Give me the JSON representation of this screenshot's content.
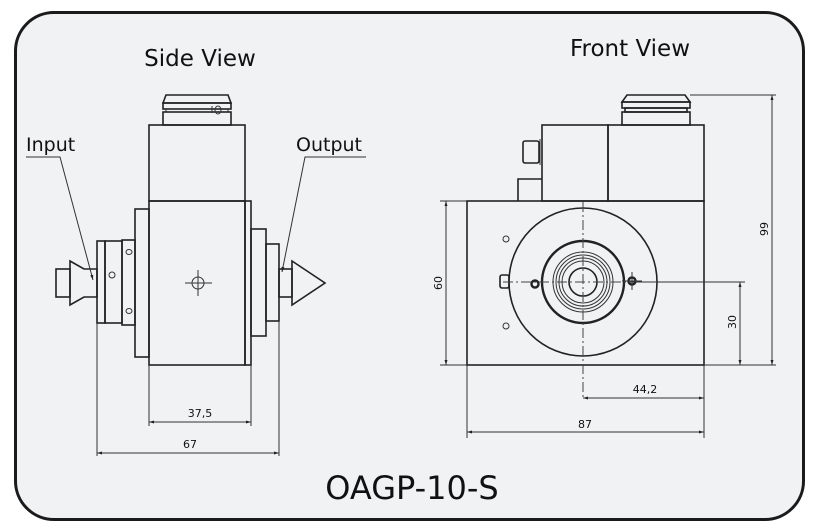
{
  "drawing": {
    "model": "OAGP-10-S",
    "side_view": {
      "title": "Side View",
      "input_label": "Input",
      "output_label": "Output",
      "dimensions": {
        "body_width": "37,5",
        "overall_length": "67"
      }
    },
    "front_view": {
      "title": "Front View",
      "dimensions": {
        "body_height": "60",
        "overall_height": "99",
        "center_height": "30",
        "center_offset": "44,2",
        "overall_width": "87"
      }
    },
    "colors": {
      "background": "#f1f2f4",
      "frame": "#1b1b1b",
      "line": "#222222"
    }
  }
}
